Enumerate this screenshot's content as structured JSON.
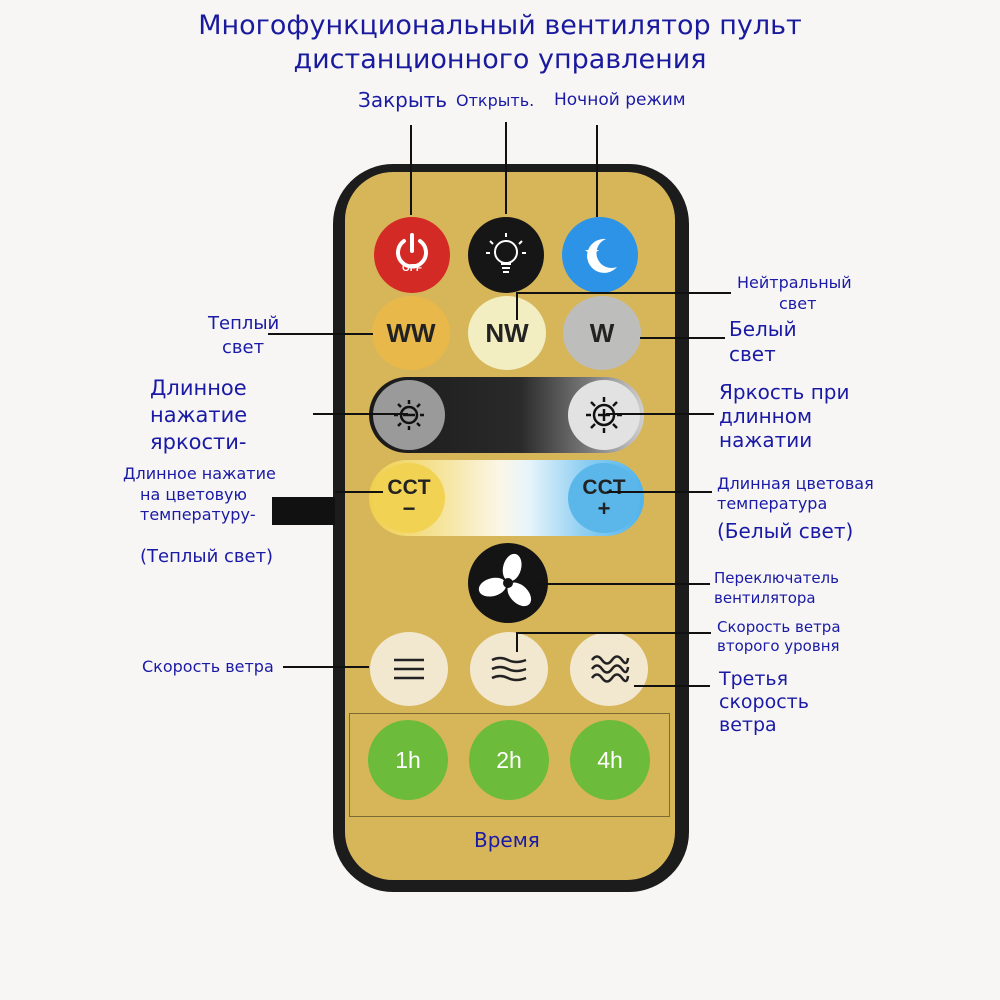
{
  "title": {
    "line1": "Многофункциональный вентилятор пульт",
    "line2": "дистанционного управления"
  },
  "labels": {
    "off": "Закрыть",
    "on": "Открыть.",
    "night": "Ночной режим",
    "neutral1": "Нейтральный",
    "neutral2": "свет",
    "warm1": "Теплый",
    "warm2": "свет",
    "white1": "Белый",
    "white2": "свет",
    "dim1": "Длинное",
    "dim2": "нажатие",
    "dim3": "яркости-",
    "bright1": "Яркость при",
    "bright2": "длинном",
    "bright3": "нажатии",
    "cctminus1": "Длинное нажатие",
    "cctminus2": "на цветовую",
    "cctminus3": "температуру-",
    "cctminus4": "(Теплый свет)",
    "cctplus1": "Длинная цветовая",
    "cctplus2": "температура",
    "cctplus3": "(Белый свет)",
    "fan1": "Переключатель",
    "fan2": "вентилятора",
    "wind2a": "Скорость ветра",
    "wind2b": "второго уровня",
    "wind1": "Скорость ветра",
    "wind3a": "Третья",
    "wind3b": "скорость",
    "wind3c": "ветра",
    "time": "Время"
  },
  "buttons": {
    "off": "OFF",
    "ww": "WW",
    "nw": "NW",
    "w": "W",
    "cct": "CCT",
    "minus": "−",
    "plus": "+",
    "t1": "1h",
    "t2": "2h",
    "t3": "4h"
  }
}
